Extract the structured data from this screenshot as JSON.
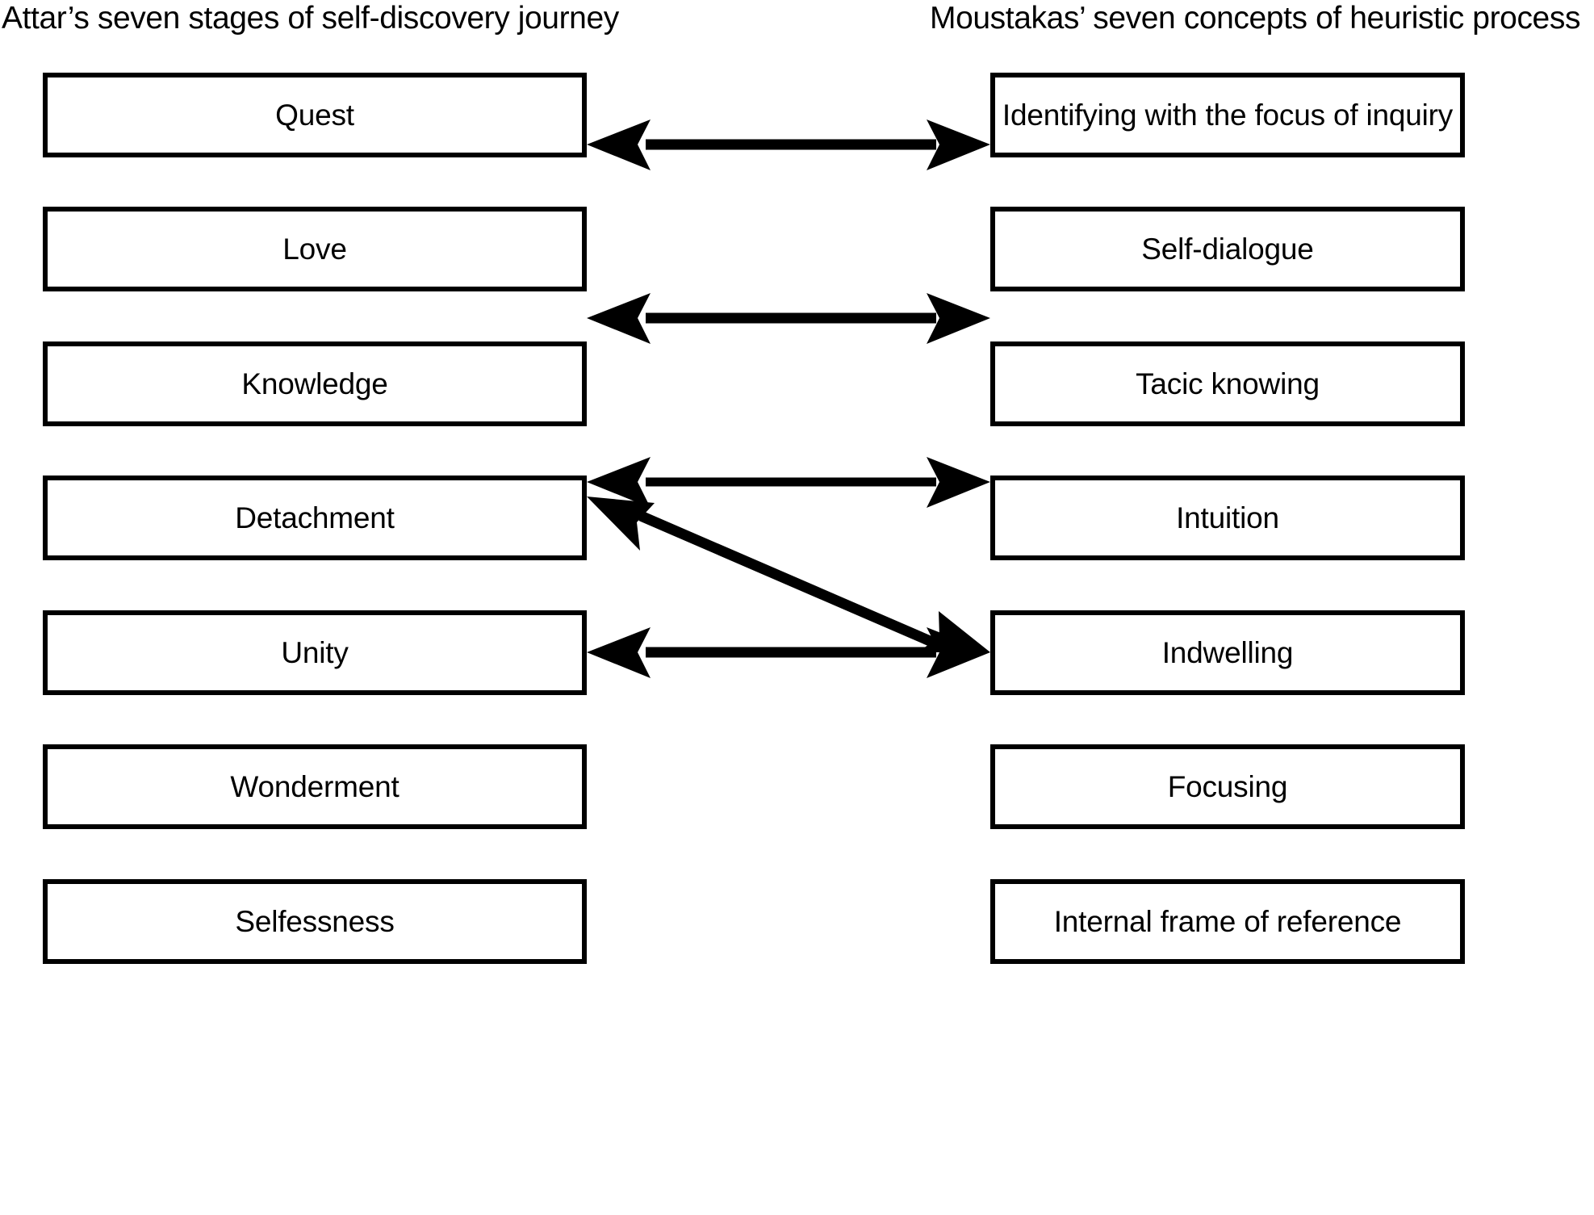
{
  "headers": {
    "left": "Attar’s seven stages of self-discovery journey",
    "right": "Moustakas’ seven concepts of heuristic process"
  },
  "colors": {
    "background": "#ffffff",
    "stroke": "#000000",
    "text": "#000000",
    "box_fill": "#ffffff"
  },
  "chart_data": {
    "type": "diagram",
    "title": "",
    "left_column_title": "Attar’s seven stages of self-discovery journey",
    "right_column_title": "Moustakas’ seven concepts of heuristic process",
    "left_nodes": [
      "Quest",
      "Love",
      "Knowledge",
      "Detachment",
      "Unity",
      "Wonderment",
      "Selfessness"
    ],
    "right_nodes": [
      "Identifying with the focus of inquiry",
      "Self-dialogue",
      "Tacic knowing",
      "Intuition",
      "Indwelling",
      "Focusing",
      "Internal frame of reference"
    ],
    "connections": [
      {
        "from": "Quest",
        "to": "Identifying with the focus of inquiry",
        "style": "double-arrow",
        "orientation": "horizontal"
      },
      {
        "from": "Love",
        "to": "Self-dialogue",
        "style": "double-arrow",
        "orientation": "horizontal"
      },
      {
        "from": "Knowledge",
        "to": "Tacic knowing",
        "style": "double-arrow",
        "orientation": "horizontal"
      },
      {
        "from": "Knowledge",
        "to": "Intuition",
        "style": "double-arrow",
        "orientation": "diagonal"
      },
      {
        "from": "Unity",
        "to": "Indwelling",
        "style": "double-arrow",
        "orientation": "horizontal"
      }
    ],
    "unconnected_left": [
      "Detachment",
      "Wonderment",
      "Selfessness"
    ],
    "unconnected_right": [
      "Focusing",
      "Internal frame of reference"
    ]
  },
  "left_boxes": [
    {
      "label": "Quest"
    },
    {
      "label": "Love"
    },
    {
      "label": "Knowledge"
    },
    {
      "label": "Detachment"
    },
    {
      "label": "Unity"
    },
    {
      "label": "Wonderment"
    },
    {
      "label": "Selfessness"
    }
  ],
  "right_boxes": [
    {
      "label": "Identifying with the focus of inquiry"
    },
    {
      "label": "Self-dialogue"
    },
    {
      "label": "Tacic knowing"
    },
    {
      "label": "Intuition"
    },
    {
      "label": "Indwelling"
    },
    {
      "label": "Focusing"
    },
    {
      "label": "Internal frame of reference"
    }
  ],
  "arrows": [
    {
      "name": "quest-to-identifying-arrow"
    },
    {
      "name": "love-to-self-dialogue-arrow"
    },
    {
      "name": "knowledge-to-tacic-knowing-arrow"
    },
    {
      "name": "knowledge-to-intuition-arrow"
    },
    {
      "name": "unity-to-indwelling-arrow"
    }
  ]
}
